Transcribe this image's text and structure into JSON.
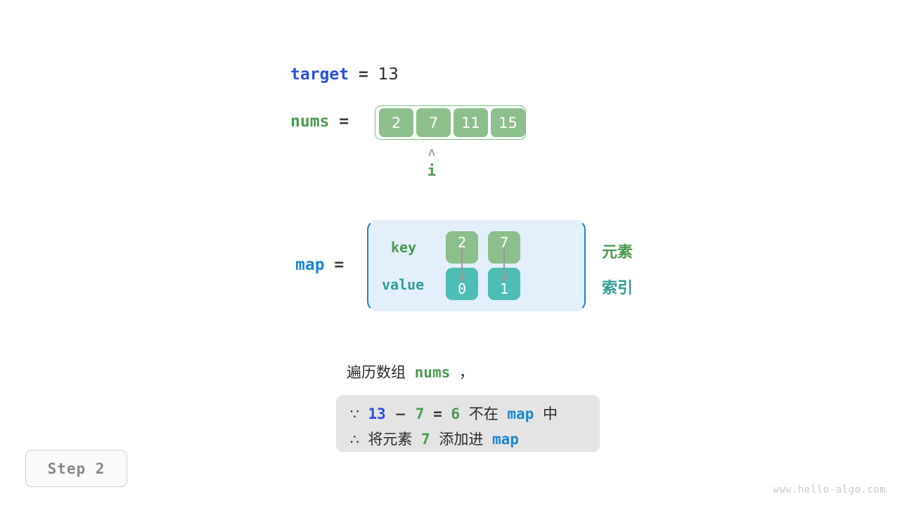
{
  "colors": {
    "green": "#4C9A51",
    "cell_green": "#8CBF8C",
    "cell_teal": "#4DBDB5",
    "blue": "#2C50DC",
    "light_blue": "#1B86D4",
    "teal_text": "#2E9E96",
    "map_bg": "#E3EFFA",
    "note_bg": "#E4E4E4"
  },
  "target": {
    "name": "target",
    "equals": "=",
    "value": "13"
  },
  "nums": {
    "name": "nums",
    "equals": "=",
    "cells": [
      "2",
      "7",
      "11",
      "15"
    ],
    "pointer": {
      "caret": "ʌ",
      "label": "i",
      "index": 1
    }
  },
  "map": {
    "name": "map",
    "equals": "=",
    "key_label": "key",
    "value_label": "value",
    "entries": [
      {
        "key": "2",
        "value": "0"
      },
      {
        "key": "7",
        "value": "1"
      }
    ],
    "side_labels": {
      "element": "元素",
      "index": "索引"
    }
  },
  "caption": {
    "prefix": "遍历数组",
    "var": "nums",
    "suffix": "，"
  },
  "note": {
    "line1": {
      "because_symbol": "∵",
      "a": "13",
      "minus": "−",
      "b": "7",
      "equals": "=",
      "result": "6",
      "text_mid": "不在",
      "map": "map",
      "text_end": "中"
    },
    "line2": {
      "therefore_symbol": "∴",
      "text_a": "将元素",
      "elem": "7",
      "text_b": "添加进",
      "map": "map"
    }
  },
  "step_badge": {
    "label": "Step 2"
  },
  "watermark": {
    "text": "www.hello-algo.com"
  }
}
